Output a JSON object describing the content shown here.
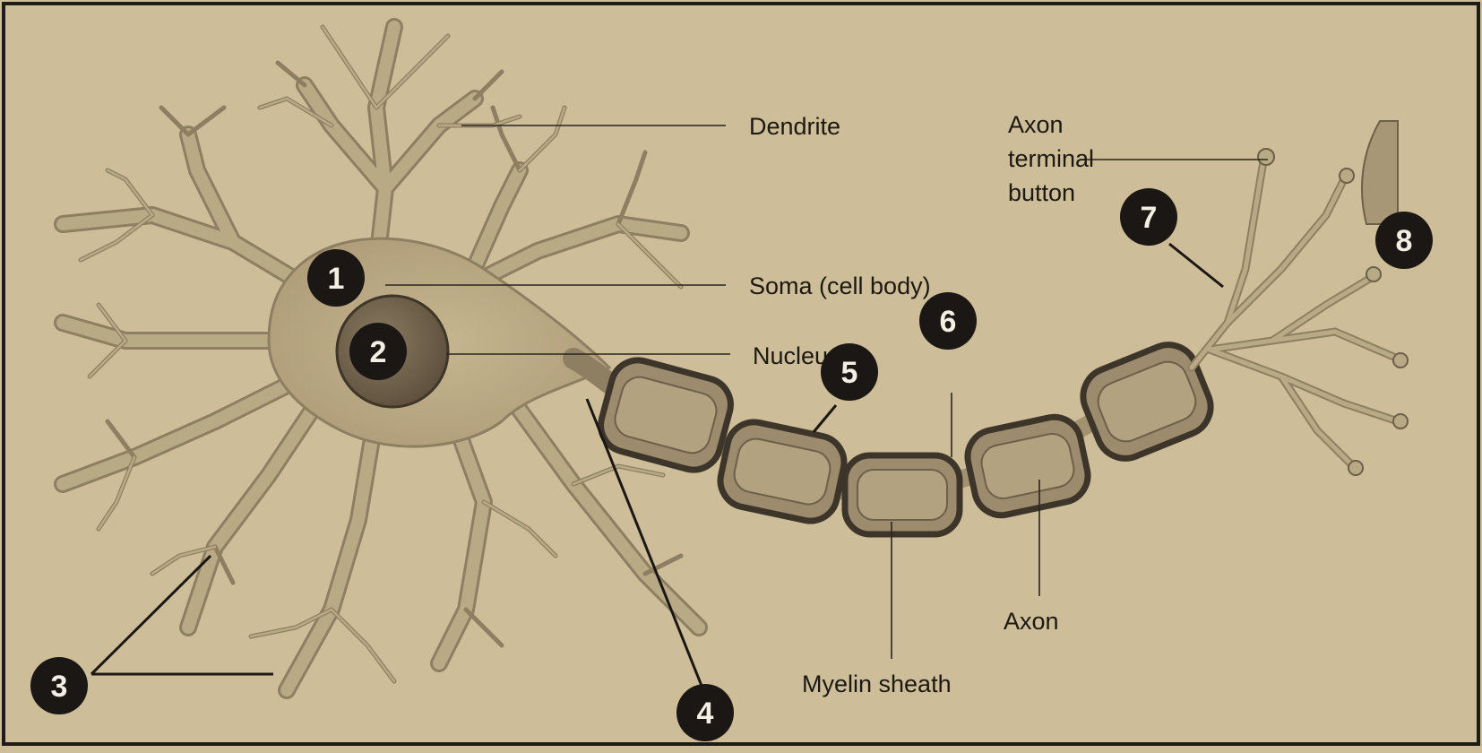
{
  "labels": {
    "dendrite": "Dendrite",
    "axon_terminal_line1": "Axon",
    "axon_terminal_line2": "terminal",
    "axon_terminal_line3": "button",
    "soma": "Soma (cell body)",
    "nucleus": "Nucleus",
    "axon": "Axon",
    "myelin_sheath": "Myelin sheath"
  },
  "markers": [
    "1",
    "2",
    "3",
    "4",
    "5",
    "6",
    "7",
    "8"
  ],
  "colors": {
    "paper": "#cdbd98",
    "cell": "#b4a47f",
    "marker": "#1a1714",
    "marker_text": "#f4efe4"
  }
}
